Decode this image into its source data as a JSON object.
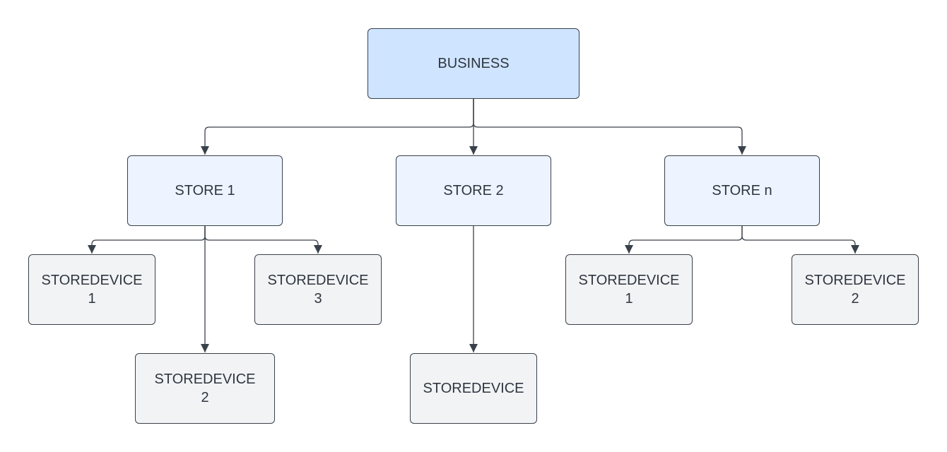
{
  "diagram": {
    "business": {
      "label": "BUSINESS"
    },
    "stores": [
      {
        "label": "STORE 1",
        "devices": [
          {
            "line1": "STOREDEVICE",
            "line2": "1"
          },
          {
            "line1": "STOREDEVICE",
            "line2": "2"
          },
          {
            "line1": "STOREDEVICE",
            "line2": "3"
          }
        ]
      },
      {
        "label": "STORE 2",
        "devices": [
          {
            "line1": "STOREDEVICE"
          }
        ]
      },
      {
        "label": "STORE n",
        "devices": [
          {
            "line1": "STOREDEVICE",
            "line2": "1"
          },
          {
            "line1": "STOREDEVICE",
            "line2": "2"
          }
        ]
      }
    ]
  },
  "colors": {
    "business_fill": "#cfe4ff",
    "store_fill": "#edf4ff",
    "device_fill": "#f2f3f5",
    "stroke": "#3a414a",
    "text": "#2f3640"
  }
}
